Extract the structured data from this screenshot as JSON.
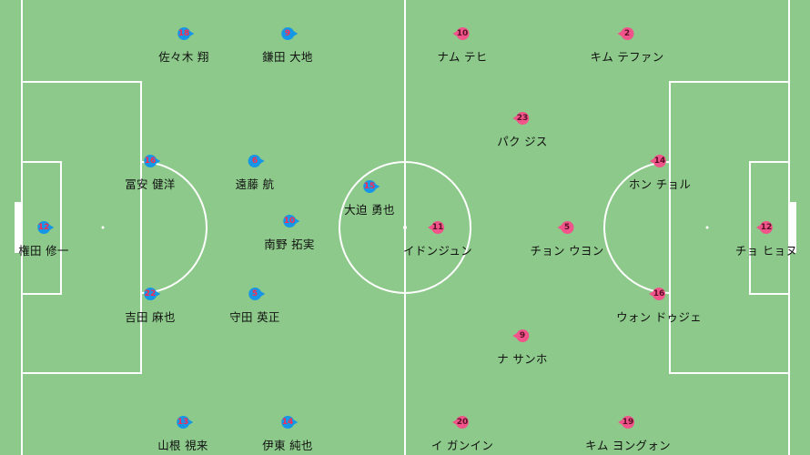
{
  "colors": {
    "pitch": "#8dc98a",
    "lines": "#ffffff",
    "japan": "#1596e6",
    "korea": "#f0548a",
    "number_japan": "#ff2a4f"
  },
  "japan": [
    {
      "number": "18",
      "name": "佐々木 翔"
    },
    {
      "number": "9",
      "name": "鎌田 大地"
    },
    {
      "number": "16",
      "name": "冨安 健洋"
    },
    {
      "number": "6",
      "name": "遠藤 航"
    },
    {
      "number": "15",
      "name": "大迫 勇也"
    },
    {
      "number": "12",
      "name": "権田 修一"
    },
    {
      "number": "10",
      "name": "南野 拓実"
    },
    {
      "number": "22",
      "name": "吉田 麻也"
    },
    {
      "number": "5",
      "name": "守田 英正"
    },
    {
      "number": "13",
      "name": "山根 視来"
    },
    {
      "number": "14",
      "name": "伊東 純也"
    }
  ],
  "korea": [
    {
      "number": "10",
      "name": "ナム テヒ"
    },
    {
      "number": "2",
      "name": "キム テファン"
    },
    {
      "number": "23",
      "name": "パク ジス"
    },
    {
      "number": "14",
      "name": "ホン チョル"
    },
    {
      "number": "11",
      "name": "イドンジュン"
    },
    {
      "number": "5",
      "name": "チョン ウヨン"
    },
    {
      "number": "12",
      "name": "チョ ヒョヌ"
    },
    {
      "number": "16",
      "name": "ウォン ドゥジェ"
    },
    {
      "number": "9",
      "name": "ナ サンホ"
    },
    {
      "number": "20",
      "name": "イ ガンイン"
    },
    {
      "number": "19",
      "name": "キム ヨングォン"
    }
  ]
}
